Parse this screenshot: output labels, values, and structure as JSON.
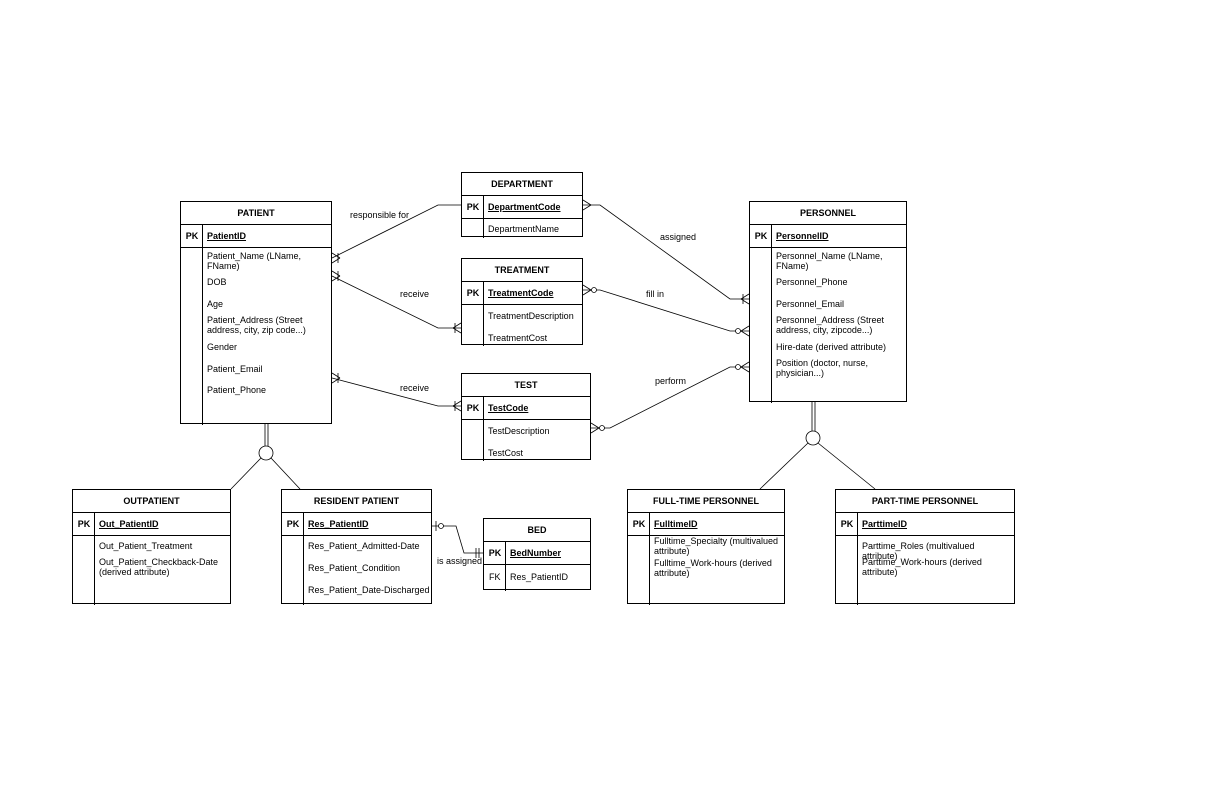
{
  "patient": {
    "title": "PATIENT",
    "pk_key": "PK",
    "pk": "PatientID",
    "attributes": [
      "Patient_Name (LName, FName)",
      "DOB",
      "Age",
      "Patient_Address (Street address, city, zip code...)",
      "Gender",
      "Patient_Email",
      "Patient_Phone"
    ]
  },
  "department": {
    "title": "DEPARTMENT",
    "pk_key": "PK",
    "pk": "DepartmentCode",
    "attributes": [
      "DepartmentName"
    ]
  },
  "treatment": {
    "title": "TREATMENT",
    "pk_key": "PK",
    "pk": "TreatmentCode",
    "attributes": [
      "TreatmentDescription",
      "TreatmentCost"
    ]
  },
  "test": {
    "title": "TEST",
    "pk_key": "PK",
    "pk": "TestCode",
    "attributes": [
      "TestDescription",
      "TestCost"
    ]
  },
  "personnel": {
    "title": "PERSONNEL",
    "pk_key": "PK",
    "pk": "PersonnelID",
    "attributes": [
      "Personnel_Name (LName, FName)",
      "Personnel_Phone",
      "Personnel_Email",
      "Personnel_Address (Street address, city, zipcode...)",
      "Hire-date (derived attribute)",
      "Position (doctor, nurse, physician...)"
    ]
  },
  "outpatient": {
    "title": "OUTPATIENT",
    "pk_key": "PK",
    "pk": "Out_PatientID",
    "attributes": [
      "Out_Patient_Treatment",
      "Out_Patient_Checkback-Date (derived attribute)"
    ]
  },
  "resident_patient": {
    "title": "RESIDENT PATIENT",
    "pk_key": "PK",
    "pk": "Res_PatientID",
    "attributes": [
      "Res_Patient_Admitted-Date",
      "Res_Patient_Condition",
      "Res_Patient_Date-Discharged"
    ]
  },
  "bed": {
    "title": "BED",
    "pk_key": "PK",
    "pk": "BedNumber",
    "fk_key": "FK",
    "fk": "Res_PatientID"
  },
  "fulltime": {
    "title": "FULL-TIME PERSONNEL",
    "pk_key": "PK",
    "pk": "FulltimeID",
    "attributes": [
      "Fulltime_Specialty (multivalued attribute)",
      "Fulltime_Work-hours (derived attribute)"
    ]
  },
  "parttime": {
    "title": "PART-TIME PERSONNEL",
    "pk_key": "PK",
    "pk": "ParttimeID",
    "attributes": [
      "Parttime_Roles (multivalued attribute)",
      "Parttime_Work-hours (derived attribute)"
    ]
  },
  "relationships": {
    "responsible_for": "responsible for",
    "receive_treatment": "receive",
    "receive_test": "receive",
    "assigned": "assigned",
    "fill_in": "fill in",
    "perform": "perform",
    "is_assigned": "is assigned"
  }
}
